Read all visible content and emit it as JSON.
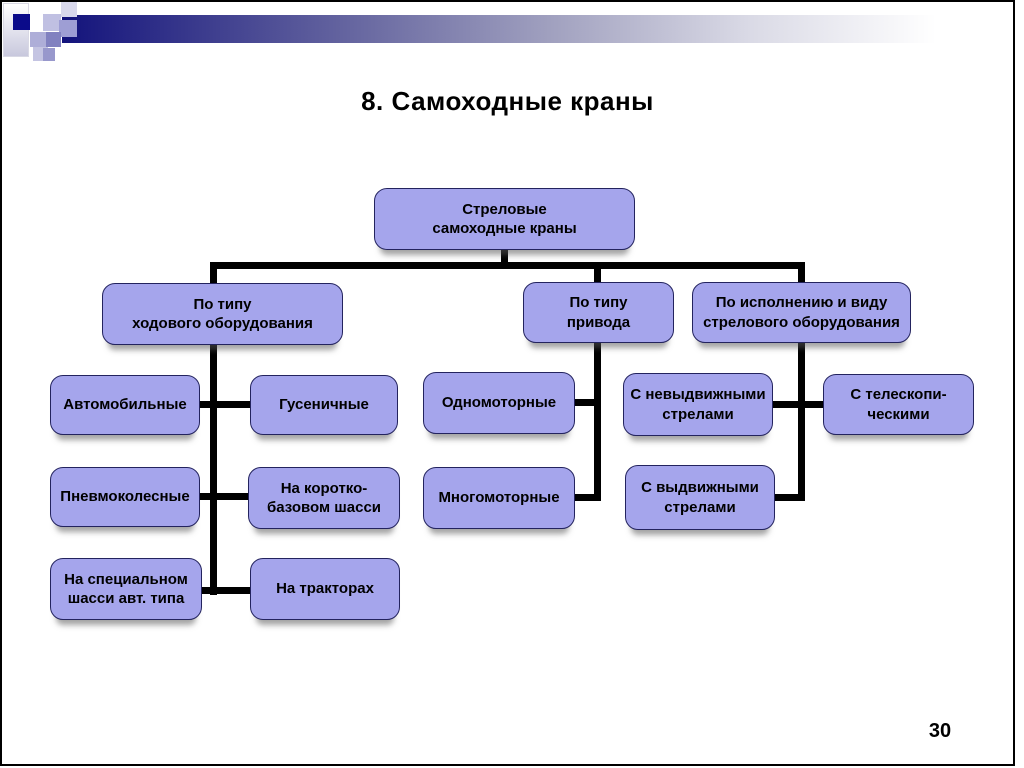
{
  "slide": {
    "title": "8. Самоходные краны",
    "page_number": "30"
  },
  "diagram": {
    "root": "Стреловые\nсамоходные краны",
    "branches": [
      {
        "label": "По типу\nходового оборудования",
        "children": [
          "Автомобильные",
          "Гусеничные",
          "Пневмоколесные",
          "На коротко-\nбазовом шасси",
          "На специальном\nшасси авт. типа",
          "На тракторах"
        ]
      },
      {
        "label": "По типу\nпривода",
        "children": [
          "Одномоторные",
          "Многомоторные"
        ]
      },
      {
        "label": "По исполнению и виду\nстрелового оборудования",
        "children": [
          "С невыдвижными\nстрелами",
          "С телескопи-\nческими",
          "С выдвижными\nстрелами"
        ]
      }
    ]
  },
  "colors": {
    "box_fill": "#a5a5ec",
    "box_border": "#23235e",
    "connector": "#000000",
    "bar_dark": "#13137c",
    "square_navy": "#0b0b8a"
  }
}
